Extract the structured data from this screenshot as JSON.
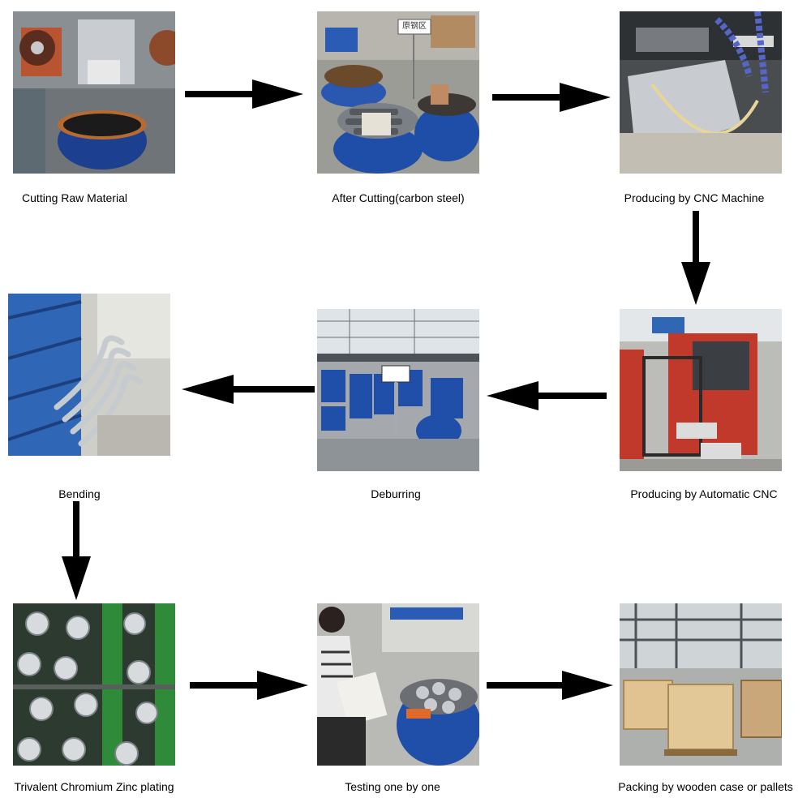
{
  "steps": [
    {
      "label": "Cutting Raw Material"
    },
    {
      "label": "After  Cutting(carbon steel)",
      "sign": "原钢区"
    },
    {
      "label": "Producing by CNC Machine"
    },
    {
      "label": "Producing by Automatic CNC"
    },
    {
      "label": "Deburring"
    },
    {
      "label": "Bending"
    },
    {
      "label": "Trivalent Chromium Zinc plating"
    },
    {
      "label": "Testing one by one"
    },
    {
      "label": "Packing by wooden case or pallets"
    }
  ],
  "colors": {
    "arrow": "#000000",
    "bin_blue": "#1f4fa8",
    "machine_red": "#c0392b",
    "wood": "#e0c391"
  }
}
